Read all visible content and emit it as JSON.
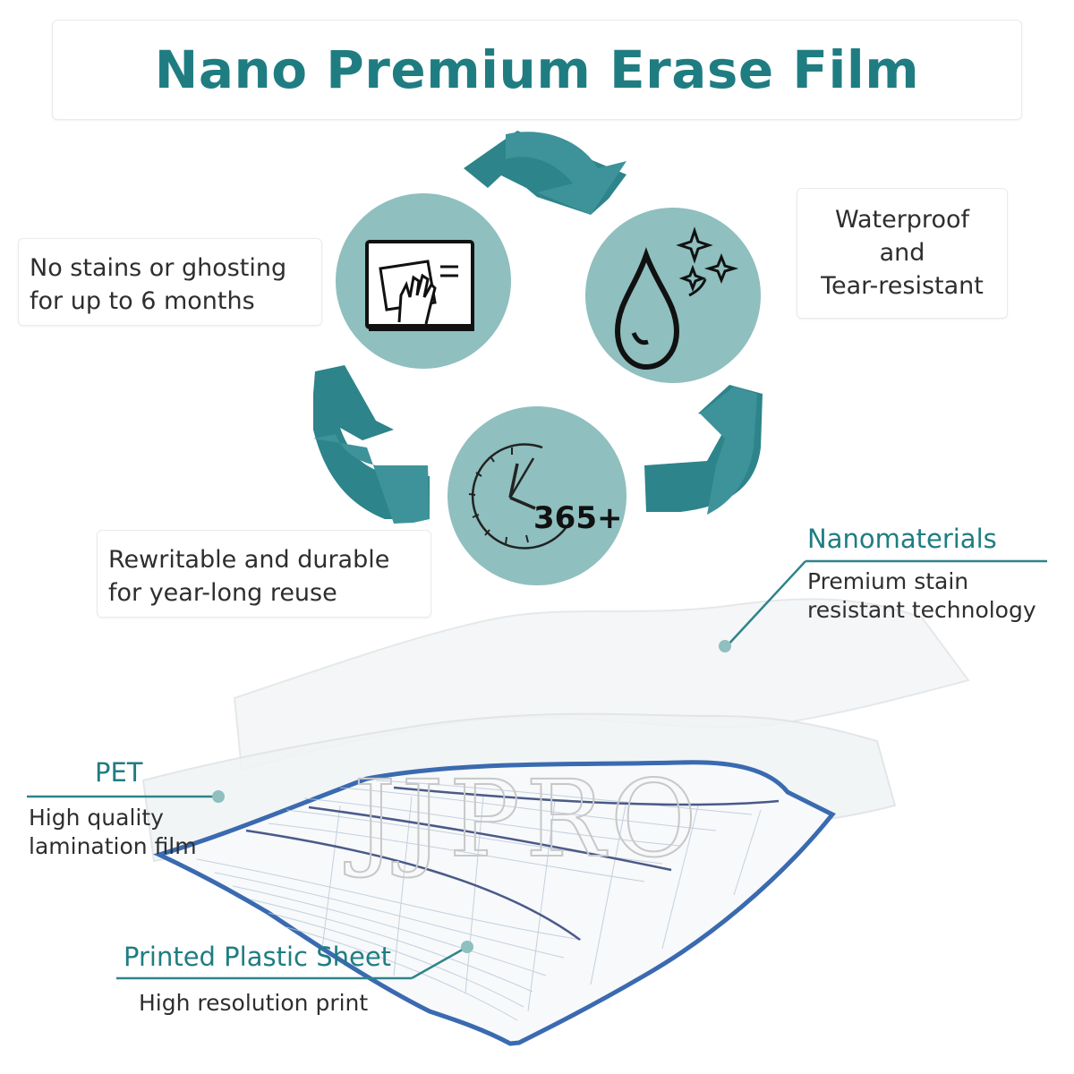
{
  "title": "Nano Premium Erase Film",
  "features": {
    "stains": {
      "line1": "No stains or ghosting",
      "line2": "for up to 6 months"
    },
    "water": {
      "line1": "Waterproof",
      "line2": "and",
      "line3": "Tear-resistant"
    },
    "rewrite": {
      "line1": "Rewritable and durable",
      "line2": "for year-long reuse"
    }
  },
  "clock_badge": "365+",
  "layers": {
    "nano": {
      "label": "Nanomaterials",
      "line1": "Premium stain",
      "line2": "resistant technology"
    },
    "pet": {
      "label": "PET",
      "line1": "High quality",
      "line2": "lamination film"
    },
    "printed": {
      "label": "Printed Plastic Sheet",
      "line1": "High resolution print"
    }
  },
  "watermark": "JJPRO",
  "colors": {
    "teal": "#1f7d82",
    "arrow": "#2d848a",
    "circle": "#8fbfbf",
    "sheet_edge": "#3a6ab0"
  },
  "icons": [
    "wipe-board-icon",
    "water-drop-sparkle-icon",
    "clock-365-icon",
    "recycle-arrows-icon"
  ]
}
